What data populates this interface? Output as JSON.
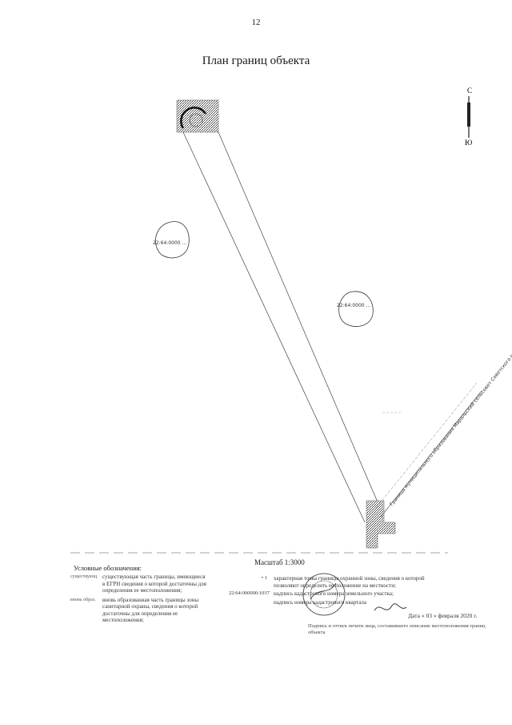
{
  "page_number": "12",
  "title": "План границ объекта",
  "compass": {
    "north": "С",
    "south": "Ю"
  },
  "map_labels": {
    "parcel_left": "22:64:0000 ...",
    "parcel_right": "22:64:0000 ...",
    "zone_boundary": "Граница муниципального образования Маральский сельсовет Советского района Алтайского края / Граница населенного пункта Алтайский край, Айск"
  },
  "scale": "Масштаб 1:3000",
  "legend": {
    "title": "Условные обозначения:",
    "items_left": [
      {
        "mark": "существующ.",
        "text": "существующая часть границы, имеющиеся в ЕГРН сведения о которой достаточны для определения ее местоположения;"
      },
      {
        "mark": "вновь образ.",
        "text": "вновь образованная часть границы зоны санитарной охраны, сведения о которой достаточны для определения ее местоположения;"
      }
    ],
    "items_right": [
      {
        "mark": "• 1",
        "text": "характерная точка границы охранной зоны, сведения о которой позволяют определить ее положение на местности;"
      },
      {
        "mark": "22:64:000000:1037",
        "text": "надпись кадастрового номера земельного участка;"
      },
      {
        "mark": "",
        "text": "надпись номера кадастрового квартала"
      }
    ]
  },
  "signature": {
    "label": "Дата",
    "date": "« 03 » февраля 2020 г."
  },
  "footnote": "Подпись и оттиск печати лица, составившего описание местоположения границ объекта"
}
